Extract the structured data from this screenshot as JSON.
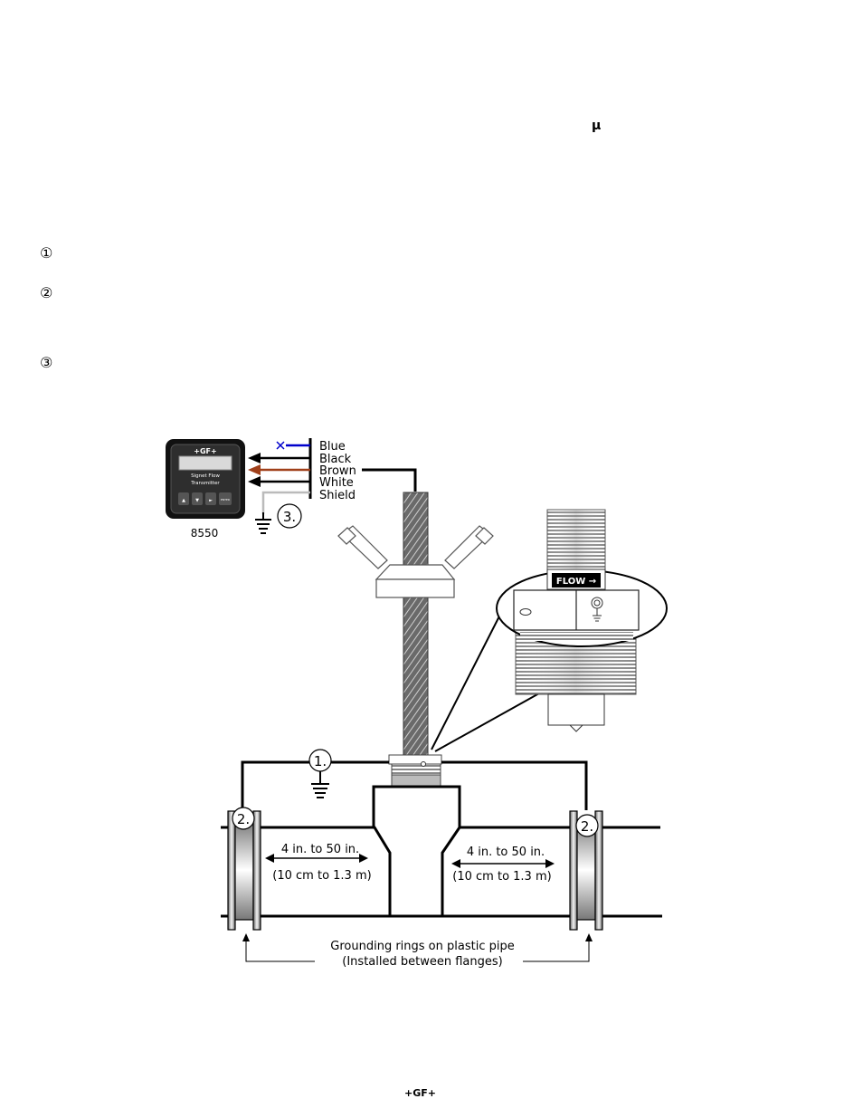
{
  "header": {
    "mu_symbol": "µ"
  },
  "notes": [
    {
      "marker": "①"
    },
    {
      "marker": "②"
    },
    {
      "marker": "③"
    }
  ],
  "transmitter": {
    "brand": "+GF+",
    "line1": "Signet Flow",
    "line2": "Transmitter",
    "buttons": [
      "▲",
      "▼",
      "►",
      "ENTER"
    ],
    "model": "8550"
  },
  "wires": [
    "Blue",
    "Black",
    "Brown",
    "White",
    "Shield"
  ],
  "colors": {
    "blue_wire": "#0000cc",
    "brown_wire": "#a0401a",
    "shield_wire": "#bbbbbb",
    "flow_label_bg": "#000000"
  },
  "callouts": {
    "ground_sensor": "1.",
    "ground_ring": "2.",
    "ground_shield": "3."
  },
  "sensor_detail": {
    "flow_label": "FLOW →"
  },
  "dimensions": {
    "left_line1": "4 in. to 50 in.",
    "left_line2": "(10 cm to 1.3 m)",
    "right_line1": "4 in. to 50 in.",
    "right_line2": "(10 cm to 1.3 m)"
  },
  "rings_note": {
    "line1": "Grounding rings on plastic pipe",
    "line2": "(Installed between flanges)"
  },
  "footer": {
    "logo": "+GF+"
  }
}
